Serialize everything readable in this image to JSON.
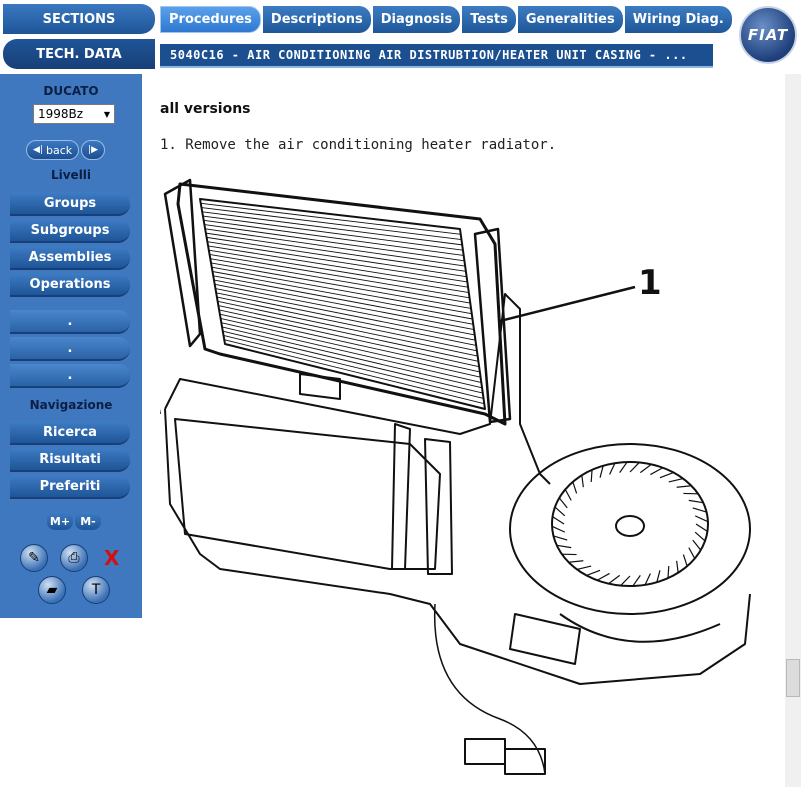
{
  "header": {
    "sections_label": "SECTIONS",
    "techdata_label": "TECH. DATA",
    "tabs": [
      {
        "label": "Procedures",
        "active": true
      },
      {
        "label": "Descriptions",
        "active": false
      },
      {
        "label": "Diagnosis",
        "active": false
      },
      {
        "label": "Tests",
        "active": false
      },
      {
        "label": "Generalities",
        "active": false
      },
      {
        "label": "Wiring Diag.",
        "active": false
      }
    ],
    "doc_title": "5040C16 - AIR CONDITIONING AIR DISTRUBTION/HEATER UNIT CASING - ...",
    "logo_text": "FIAT"
  },
  "sidebar": {
    "model_label": "DUCATO",
    "model_value": "1998Bz",
    "back_label": "back",
    "levels_label": "Livelli",
    "level_buttons": [
      "Groups",
      "Subgroups",
      "Assemblies",
      "Operations"
    ],
    "empty_buttons": [
      ".",
      ".",
      "."
    ],
    "nav_label": "Navigazione",
    "nav_buttons": [
      "Ricerca",
      "Risultati",
      "Preferiti"
    ],
    "memory_plus": "M+",
    "memory_minus": "M-",
    "close_mark": "X"
  },
  "content": {
    "version_heading": "all versions",
    "step_text": "1. Remove the air conditioning heater radiator.",
    "figure_callout": "1"
  },
  "colors": {
    "panel_blue": "#4078c0",
    "button_blue": "#1f5598",
    "title_bar": "#1b4f8f",
    "close_red": "#d21010"
  }
}
